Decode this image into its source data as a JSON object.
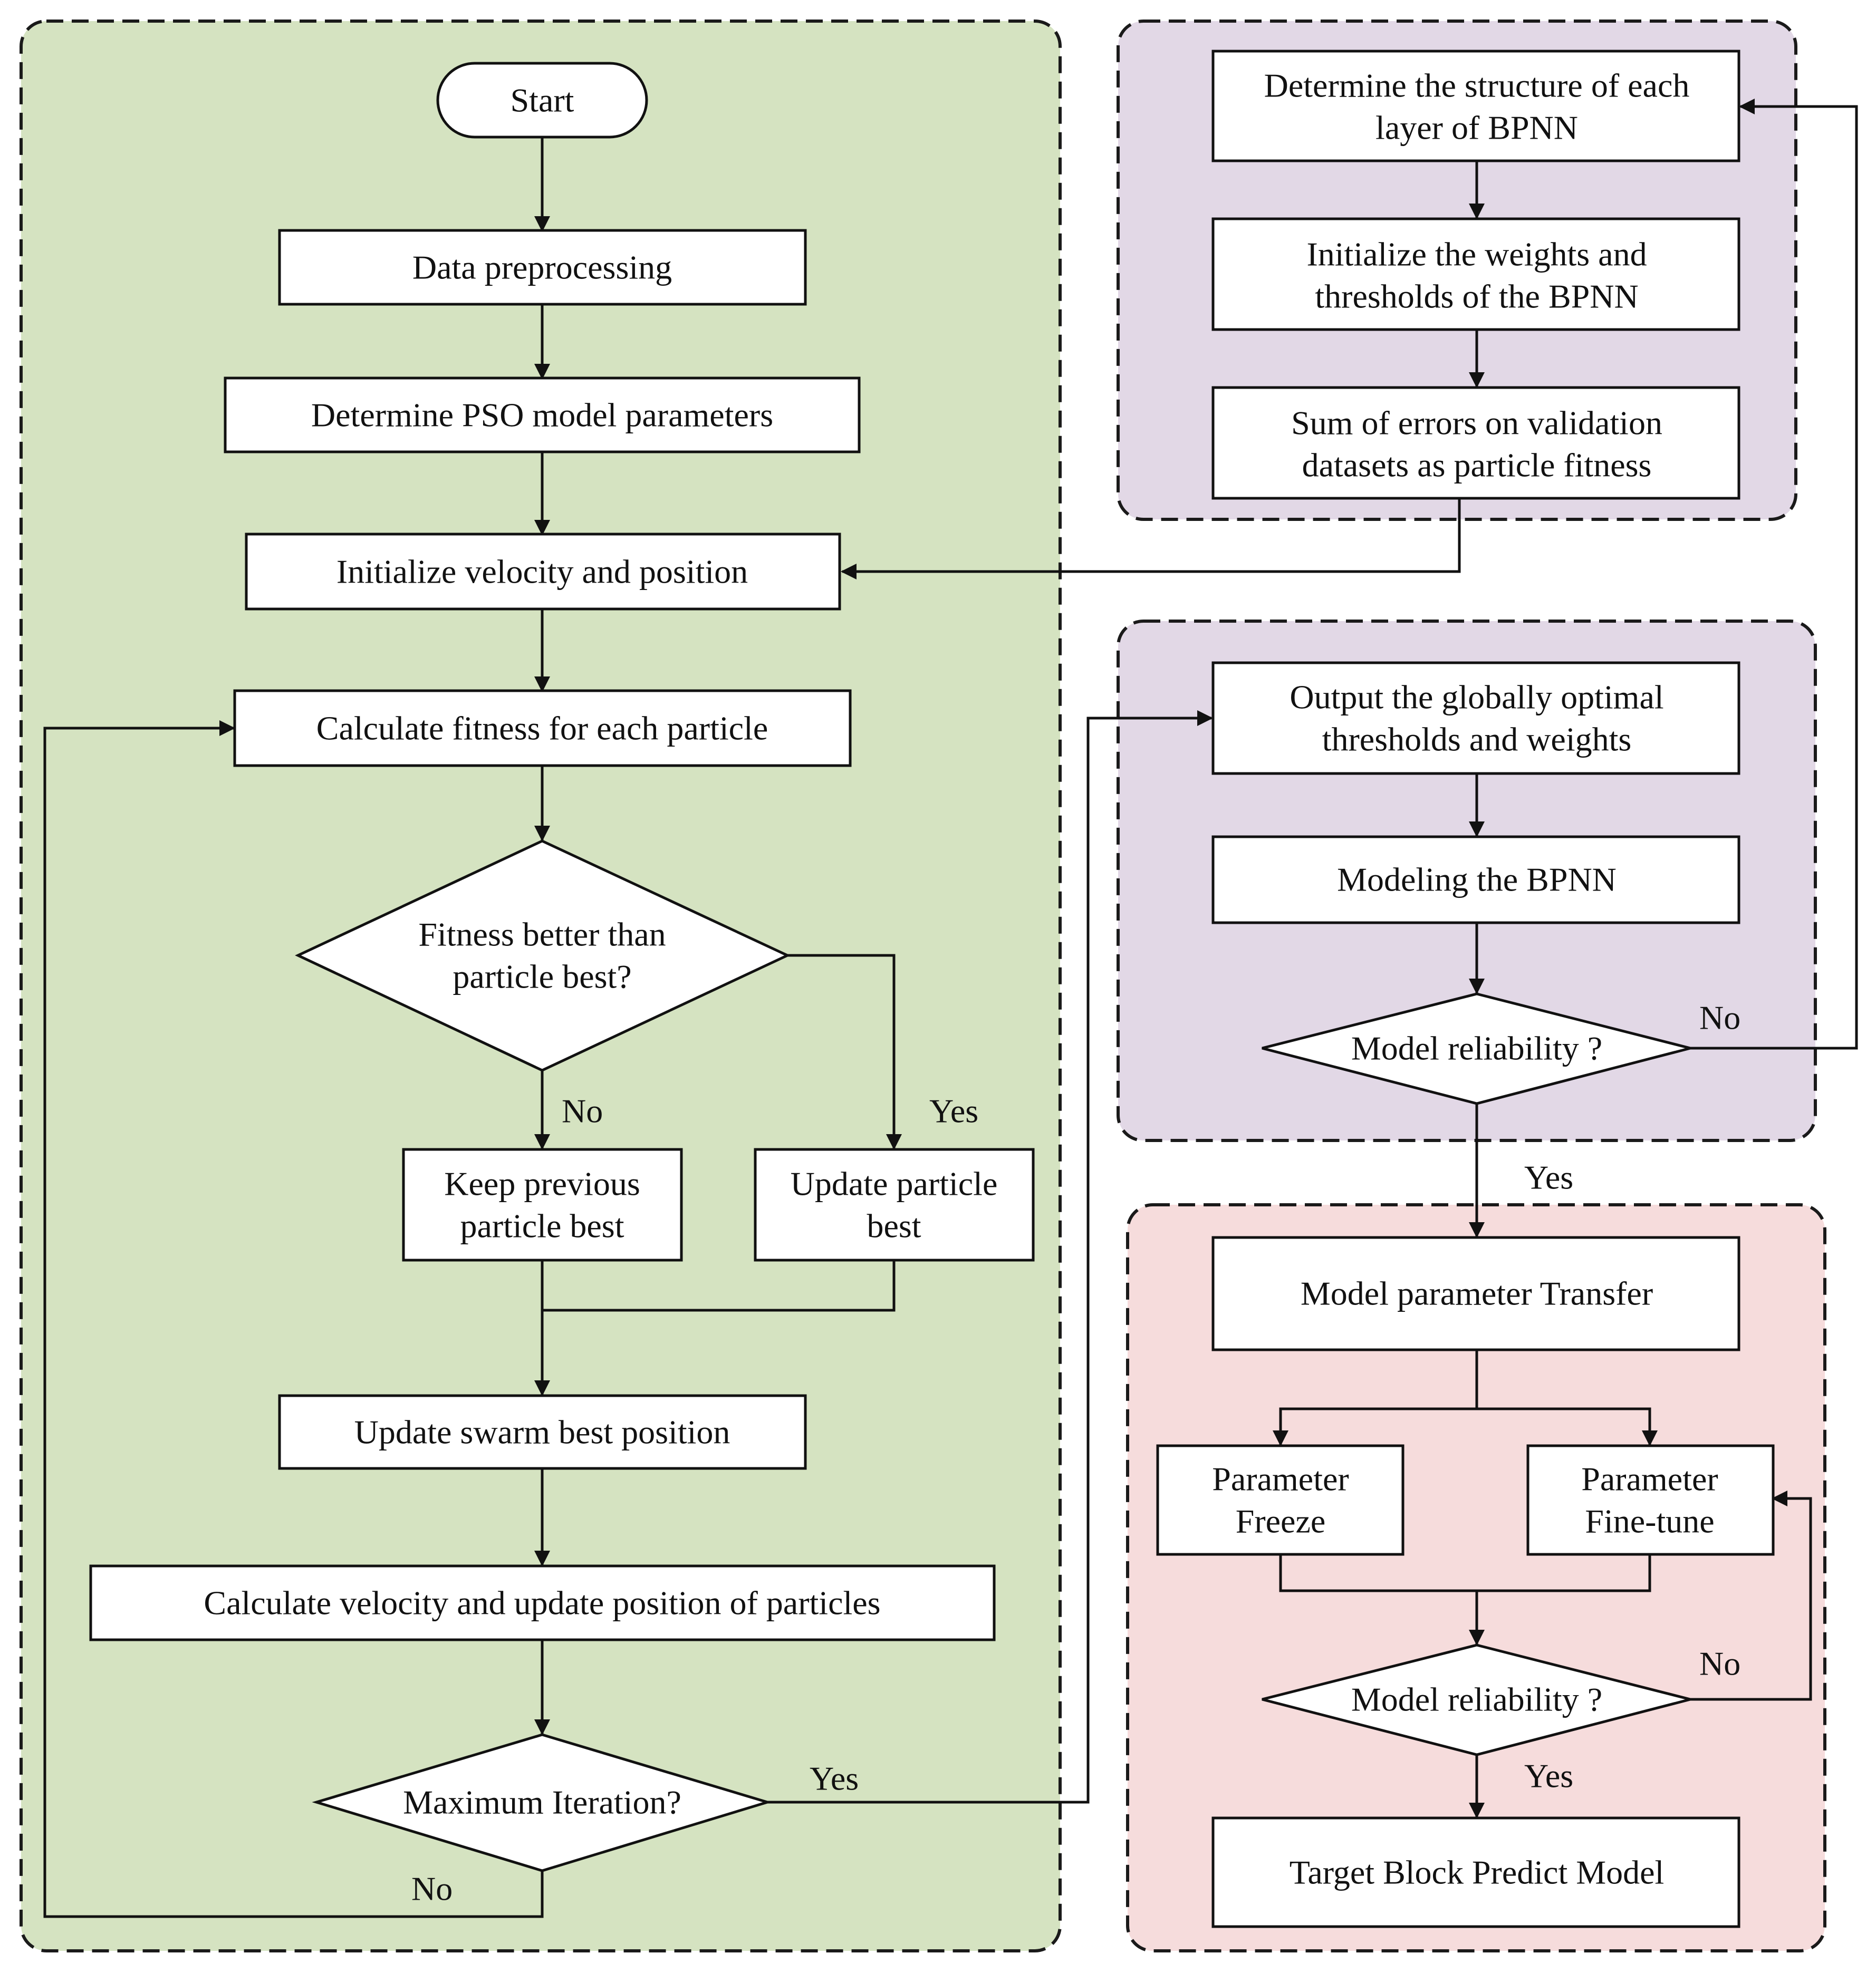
{
  "colors": {
    "pso_panel": "#d5e3c1",
    "bpnn_panel": "#e2d8e6",
    "transfer_panel": "#f6dcdc",
    "stroke": "#111111"
  },
  "nodes": {
    "start": "Start",
    "data_preprocessing": "Data preprocessing",
    "determine_pso": "Determine PSO model parameters",
    "initialize_velocity": "Initialize velocity and position",
    "calculate_fitness": "Calculate fitness for each particle",
    "fitness_better_l1": "Fitness better than",
    "fitness_better_l2": "particle best?",
    "keep_previous_l1": "Keep previous",
    "keep_previous_l2": "particle best",
    "update_particle_l1": "Update particle",
    "update_particle_l2": "best",
    "update_swarm": "Update swarm best position",
    "calculate_velocity": "Calculate velocity and update position of particles",
    "max_iteration": "Maximum Iteration?",
    "determine_structure_l1": "Determine the structure of each",
    "determine_structure_l2": "layer of BPNN",
    "init_weights_l1": "Initialize the weights and",
    "init_weights_l2": "thresholds of the BPNN",
    "sum_errors_l1": "Sum of errors on validation",
    "sum_errors_l2": "datasets as particle fitness",
    "output_optimal_l1": "Output the globally optimal",
    "output_optimal_l2": "thresholds and weights",
    "modeling_bpnn": "Modeling the BPNN",
    "model_reliability_1": "Model reliability ?",
    "model_param_transfer": "Model parameter Transfer",
    "param_freeze_l1": "Parameter",
    "param_freeze_l2": "Freeze",
    "param_finetune_l1": "Parameter",
    "param_finetune_l2": "Fine-tune",
    "model_reliability_2": "Model reliability ?",
    "target_block": "Target Block Predict Model"
  },
  "edge_labels": {
    "fitness_no": "No",
    "fitness_yes": "Yes",
    "max_iter_yes": "Yes",
    "max_iter_no": "No",
    "reliability1_no": "No",
    "reliability1_yes": "Yes",
    "reliability2_no": "No",
    "reliability2_yes": "Yes"
  }
}
